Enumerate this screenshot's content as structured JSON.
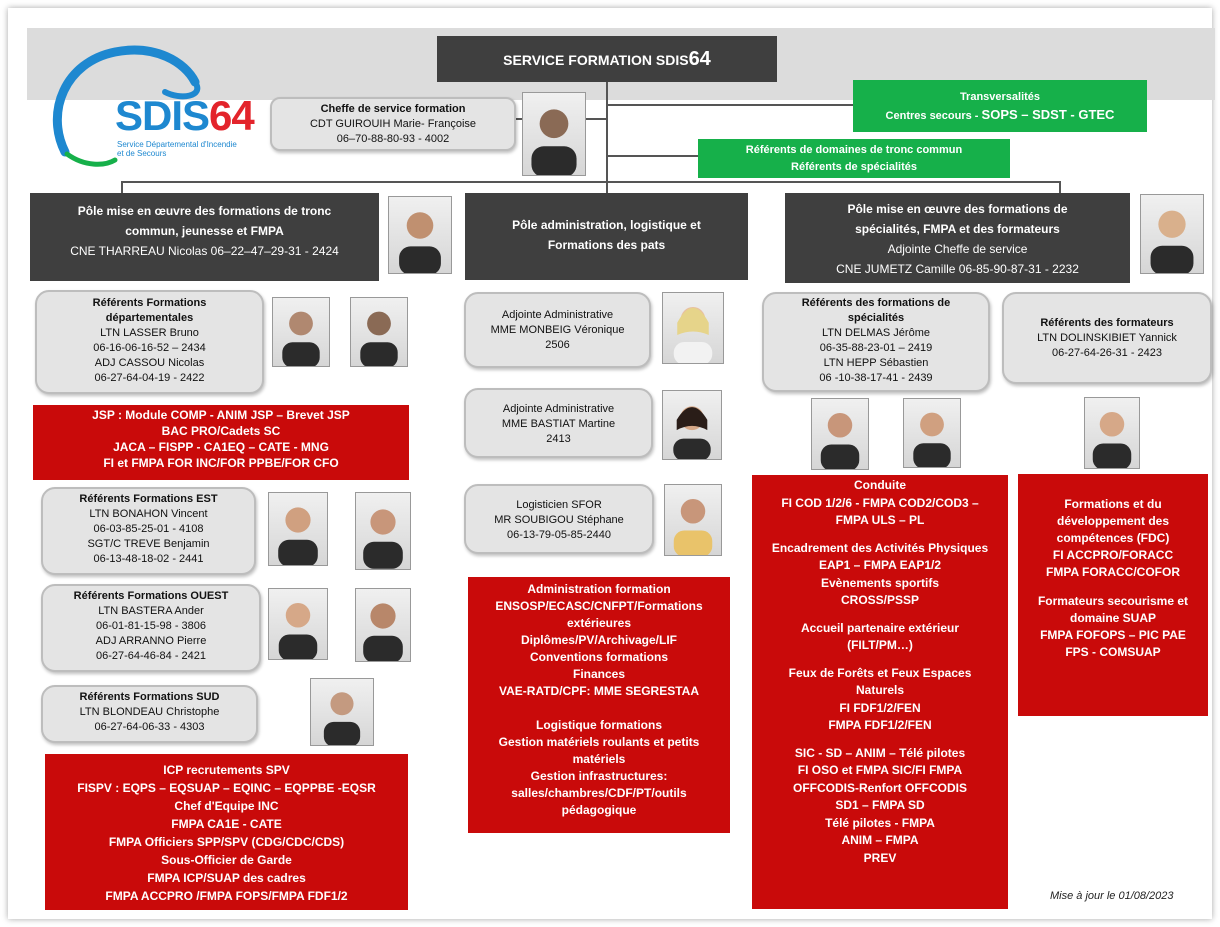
{
  "logo": {
    "name": "SDIS64",
    "name_part1": "SDIS",
    "name_part2": "64",
    "subtitle_line1": "Service Départemental d'Incendie",
    "subtitle_line2": "et de Secours"
  },
  "title": {
    "text": "SERVICE FORMATION SDIS",
    "number": "64"
  },
  "cheffe": {
    "role": "Cheffe de service formation",
    "name": "CDT GUIROUIH Marie- Françoise",
    "phone": "06–70-88-80-93 - 4002"
  },
  "transversalites": {
    "line1": "Transversalités",
    "line2_prefix": "Centres secours - ",
    "line2_bold": "SOPS – SDST - GTEC"
  },
  "referents_domaines": {
    "line1": "Référents de domaines de tronc commun",
    "line2": "Référents de spécialités"
  },
  "poles": {
    "left": {
      "line1": "Pôle mise en œuvre des formations de tronc",
      "line2": "commun, jeunesse et FMPA",
      "contact": "CNE THARREAU Nicolas  06–22–47–29-31 - 2424"
    },
    "middle": {
      "line1": "Pôle administration, logistique et",
      "line2": "Formations des pats"
    },
    "right": {
      "line1": "Pôle mise en œuvre des formations de",
      "line2": "spécialités, FMPA et des formateurs",
      "role": "Adjointe Cheffe de service",
      "contact": "CNE JUMETZ Camille 06-85-90-87-31 - 2232"
    }
  },
  "left_col": {
    "dept": {
      "title1": "Référents Formations",
      "title2": "départementales",
      "l1": "LTN LASSER Bruno",
      "l2": "06-16-06-16-52 – 2434",
      "l3": "ADJ CASSOU Nicolas",
      "l4": "06-27-64-04-19 - 2422"
    },
    "jsp": [
      "JSP : Module COMP - ANIM JSP – Brevet JSP",
      "BAC PRO/Cadets SC",
      "JACA – FISPP - CA1EQ – CATE - MNG",
      "FI et FMPA FOR INC/FOR PPBE/FOR CFO"
    ],
    "est": {
      "title": "Référents Formations EST",
      "l1": "LTN BONAHON Vincent",
      "l2": "06-03-85-25-01 - 4108",
      "l3": "SGT/C TREVE Benjamin",
      "l4": "06-13-48-18-02 - 2441"
    },
    "ouest": {
      "title": "Référents Formations OUEST",
      "l1": "LTN BASTERA Ander",
      "l2": "06-01-81-15-98 - 3806",
      "l3": "ADJ ARRANNO Pierre",
      "l4": "06-27-64-46-84 - 2421"
    },
    "sud": {
      "title": "Référents Formations SUD",
      "l1": "LTN BLONDEAU Christophe",
      "l2": "06-27-64-06-33 - 4303"
    },
    "icp": [
      "ICP recrutements SPV",
      "FISPV : EQPS – EQSUAP – EQINC – EQPPBE -EQSR",
      "Chef d'Equipe INC",
      "FMPA CA1E - CATE",
      "FMPA Officiers SPP/SPV (CDG/CDC/CDS)",
      "Sous-Officier de Garde",
      "FMPA ICP/SUAP des cadres",
      "FMPA ACCPRO /FMPA FOPS/FMPA FDF1/2"
    ]
  },
  "mid_col": {
    "adj1": {
      "role": "Adjointe Administrative",
      "name": "MME MONBEIG Véronique",
      "phone": "2506"
    },
    "adj2": {
      "role": "Adjointe Administrative",
      "name": "MME BASTIAT Martine",
      "phone": "2413"
    },
    "log": {
      "role": "Logisticien SFOR",
      "name": "MR SOUBIGOU Stéphane",
      "phone": "06-13-79-05-85-2440"
    },
    "red": [
      "Administration formation",
      "ENSOSP/ECASC/CNFPT/Formations",
      "extérieures",
      "Diplômes/PV/Archivage/LIF",
      "Conventions formations",
      "Finances",
      "VAE-RATD/CPF: MME SEGRESTAA",
      "",
      "Logistique formations",
      "Gestion matériels roulants et petits",
      "matériels",
      "Gestion infrastructures:",
      "salles/chambres/CDF/PT/outils",
      "pédagogique"
    ]
  },
  "right_col": {
    "spec": {
      "title1": "Référents des formations de",
      "title2": "spécialités",
      "l1": "LTN DELMAS Jérôme",
      "l2": "06-35-88-23-01 – 2419",
      "l3": "LTN HEPP Sébastien",
      "l4": "06 -10-38-17-41 - 2439"
    },
    "form": {
      "title": "Référents des formateurs",
      "l1": "LTN DOLINSKIBIET Yannick",
      "l2": "06-27-64-26-31 - 2423"
    },
    "red1": [
      "Conduite",
      "FI COD 1/2/6 - FMPA COD2/COD3 –",
      "FMPA ULS – PL",
      "",
      "Encadrement des  Activités Physiques",
      "EAP1 – FMPA EAP1/2",
      "Evènements sportifs",
      "CROSS/PSSP",
      "",
      "Accueil partenaire extérieur",
      "(FILT/PM…)",
      "",
      "Feux de Forêts et Feux Espaces",
      "Naturels",
      "FI FDF1/2/FEN",
      "FMPA FDF1/2/FEN",
      "",
      "SIC - SD – ANIM – Télé pilotes",
      "FI OSO et FMPA SIC/FI FMPA",
      "OFFCODIS-Renfort OFFCODIS",
      "SD1 – FMPA SD",
      "Télé pilotes - FMPA",
      "ANIM – FMPA",
      "PREV"
    ],
    "red2": [
      "Formations et du",
      "développement des",
      "compétences (FDC)",
      "FI ACCPRO/FORACC",
      "FMPA FORACC/COFOR",
      "",
      "Formateurs secourisme et",
      "domaine SUAP",
      "FMPA FOFOPS –  PIC PAE",
      "FPS - COMSUAP"
    ]
  },
  "update": "Mise à jour le 01/08/2023",
  "colors": {
    "dark": "#3f3f3f",
    "green": "#16b04a",
    "red": "#c90a0a",
    "grey": "#e4e4e4",
    "logo_blue": "#1e88d0",
    "logo_red": "#e3242b"
  }
}
